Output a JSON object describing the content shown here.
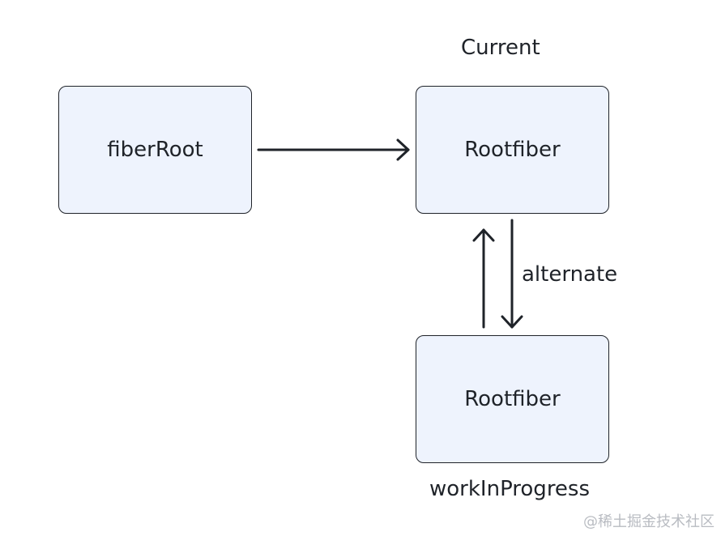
{
  "diagram": {
    "nodes": {
      "fiber_root": "fiberRoot",
      "current_rootfiber": "Rootfiber",
      "wip_rootfiber": "Rootfiber"
    },
    "labels": {
      "current": "Current",
      "alternate": "alternate",
      "work_in_progress": "workInProgress"
    },
    "edges": [
      {
        "from": "fiberRoot",
        "to": "Rootfiber (Current)"
      },
      {
        "from": "Rootfiber (workInProgress)",
        "to": "Rootfiber (Current)"
      },
      {
        "from": "Rootfiber (Current)",
        "to": "Rootfiber (workInProgress)",
        "label": "alternate"
      }
    ],
    "colors": {
      "node_fill": "#eef3fd",
      "stroke": "#1f2329",
      "watermark": "#b9bcc2"
    }
  },
  "watermark": "@稀土掘金技术社区"
}
